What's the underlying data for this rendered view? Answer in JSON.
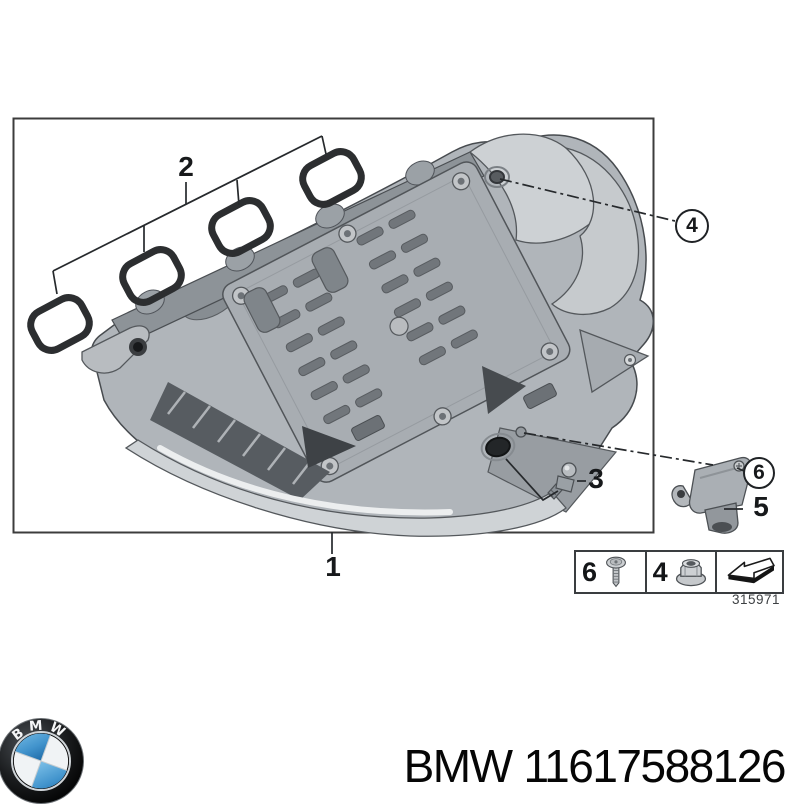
{
  "diagram": {
    "frame_color": "#3c3c3c",
    "callouts": {
      "item1": "1",
      "item2": "2",
      "item3": "3",
      "item4": "4",
      "item5": "5",
      "item6": "6"
    },
    "legend": {
      "cell1": {
        "number": "6",
        "icon": "torx-screw-icon"
      },
      "cell2": {
        "number": "4",
        "icon": "flange-nut-icon"
      },
      "cell3": {
        "icon": "direction-arrow-icon"
      }
    },
    "drawing_number": "315971",
    "line_color": "#26292c",
    "gasket_color": "#2c2e30"
  },
  "footer": {
    "logo": {
      "name": "bmw-roundel-logo",
      "letters": "BMW",
      "ring_color": "#151515",
      "blue": "#4193cc",
      "white": "#f0f3f5"
    },
    "brand": "BMW",
    "part_number": "11617588126"
  }
}
